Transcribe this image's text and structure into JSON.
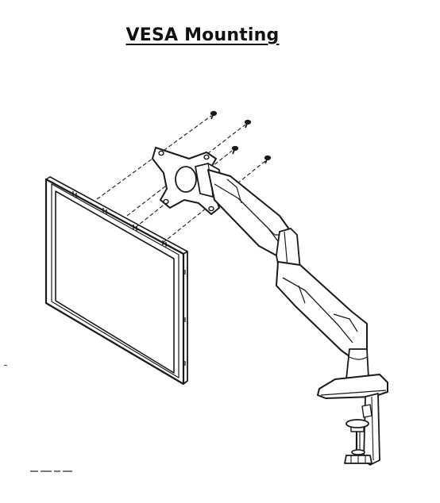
{
  "document": {
    "title": "VESA Mounting"
  },
  "illustration": {
    "parts": [
      "monitor-panel",
      "vesa-bracket",
      "mounting-screws",
      "monitor-arm",
      "desk-clamp"
    ],
    "screw_count": 4,
    "line_color": "#1a1a1a",
    "background_color": "#ffffff"
  }
}
